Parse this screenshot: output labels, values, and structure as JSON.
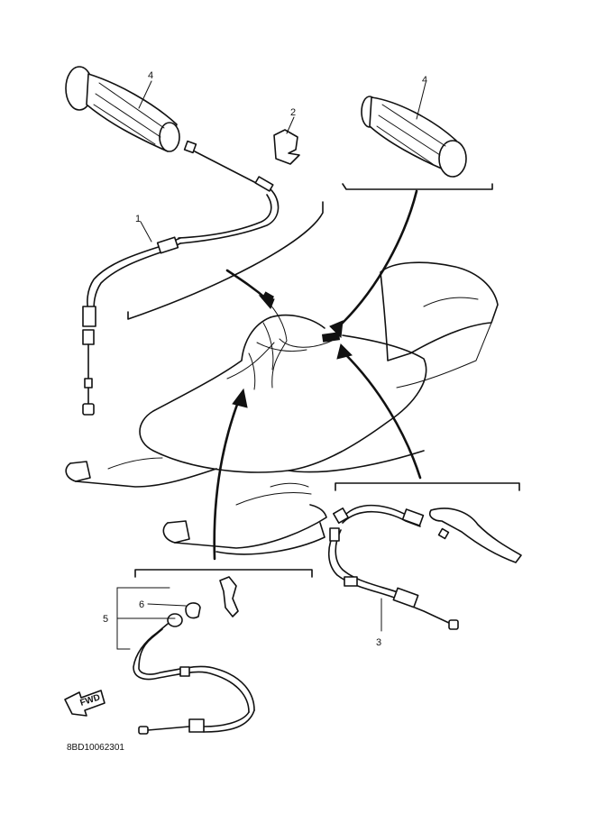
{
  "labels": {
    "callout_1": "1",
    "callout_2": "2",
    "callout_3": "3",
    "callout_4_left": "4",
    "callout_4_right": "4",
    "callout_5": "5",
    "callout_6": "6"
  },
  "fwd_badge": "FWD",
  "drawing_code": "8BD10062301"
}
